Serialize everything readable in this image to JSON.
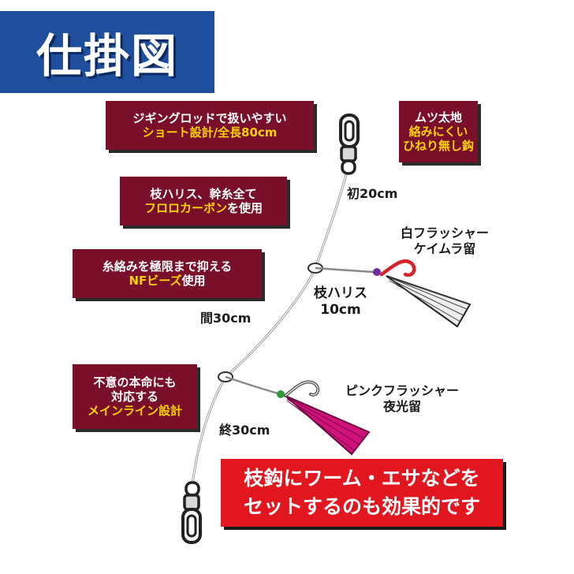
{
  "title": "仕掛図",
  "labels": {
    "jigging_rod": {
      "line1": "ジギングロッドで扱いやすい",
      "line2": "ショート設計/全長80cm"
    },
    "mutsu_hook": {
      "line1": "ムツ太地",
      "line2": "絡みにくい",
      "line3": "ひねり無し鈎"
    },
    "fluorocarbon": {
      "line1": "枝ハリス、幹糸全て",
      "line2_em": "フロロカーボン",
      "line2_tail": "を使用"
    },
    "nf_beads": {
      "line1": "糸絡みを極限まで抑える",
      "line2_em": "NFビーズ",
      "line2_tail": "使用"
    },
    "main_line": {
      "line1": "不意の本命にも",
      "line2": "対応する",
      "line3": "メインライン設計"
    }
  },
  "measurements": {
    "first": "初20cm",
    "middle": "間30cm",
    "last": "終30cm",
    "branch_name": "枝ハリス",
    "branch_length": "10cm"
  },
  "flashers": {
    "white": {
      "line1": "白フラッシャー",
      "line2": "ケイムラ留"
    },
    "pink": {
      "line1": "ピンクフラッシャー",
      "line2": "夜光留"
    }
  },
  "callout": {
    "line1": "枝鈎にワーム・エサなどを",
    "line2": "セットするのも効果的です"
  },
  "colors": {
    "title_bg": "#1f4e9c",
    "label_bg": "#7a0f2a",
    "label_highlight": "#ffd200",
    "callout_bg": "#e1161f",
    "white_bead": "#6b2fa0",
    "white_hook": "#d8232a",
    "pink_flasher": "#d1127a",
    "pink_bead": "#2e9a3a"
  },
  "icons": [
    "swivel-icon",
    "hook-icon",
    "flasher-icon",
    "bead-icon"
  ]
}
